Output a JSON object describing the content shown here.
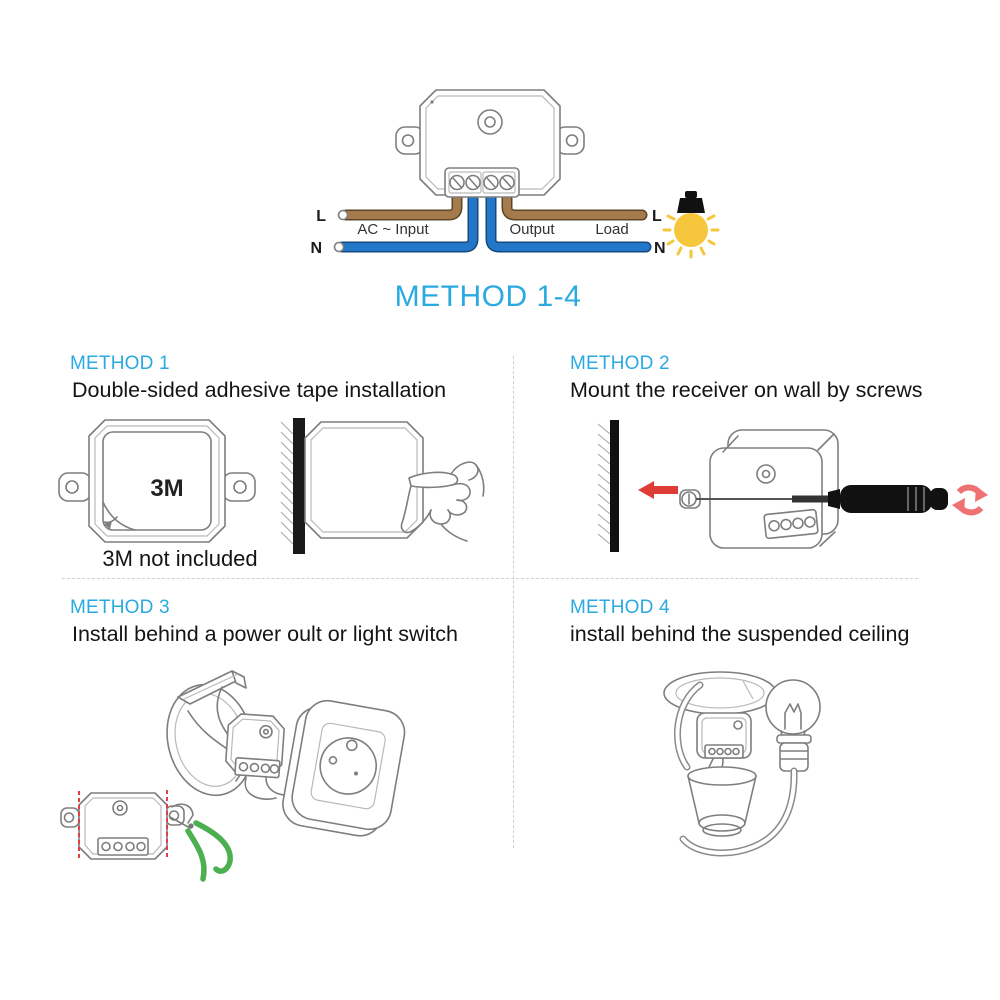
{
  "title": "METHOD 1-4",
  "wiring": {
    "labels": {
      "input_live": "L",
      "input_neutral": "N",
      "output_live": "L",
      "output_neutral": "N",
      "ac_input": "AC ~ Input",
      "output": "Output",
      "load": "Load"
    }
  },
  "methods": [
    {
      "heading": "METHOD 1",
      "description": "Double-sided adhesive tape installation",
      "pad_label": "3M",
      "caption": "3M not included"
    },
    {
      "heading": "METHOD 2",
      "description": "Mount the receiver on wall by screws"
    },
    {
      "heading": "METHOD 3",
      "description": "Install behind a power oult or light switch"
    },
    {
      "heading": "METHOD 4",
      "description": "install behind the suspended ceiling"
    }
  ],
  "colors": {
    "accent_blue": "#2BA9E1",
    "live_wire_brown": "#A57A4C",
    "neutral_wire_blue": "#2277C8",
    "bulb_yellow": "#F6C63D",
    "arrow_red": "#E03C36",
    "rotate_arrow_pink": "#EE7272",
    "pliers_green": "#4CAF50",
    "text_dark": "#141414"
  }
}
